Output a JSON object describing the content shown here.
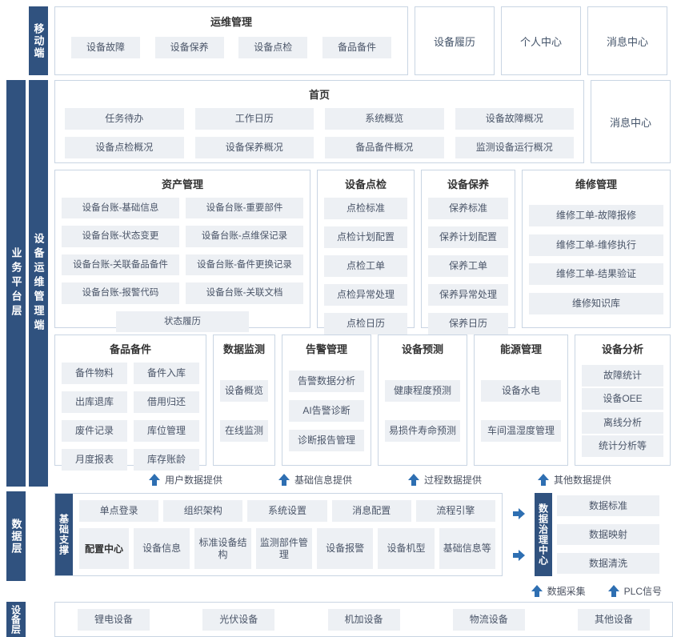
{
  "colors": {
    "sidebar": "#30527f",
    "item_bg": "#edf0f4",
    "arrow": "#2e6fb2",
    "border": "#c9d5e3"
  },
  "layers": {
    "mobile": "移动端",
    "business": "业务平台层",
    "ops": "设备运维管理端",
    "data": "数据层",
    "device": "设备层"
  },
  "mobile": {
    "group_title": "运维管理",
    "group_items": [
      "设备故障",
      "设备保养",
      "设备点检",
      "备品备件"
    ],
    "standalone": [
      "设备履历",
      "个人中心",
      "消息中心"
    ]
  },
  "home": {
    "title": "首页",
    "items": [
      "任务待办",
      "工作日历",
      "系统概览",
      "设备故障概况",
      "设备点检概况",
      "设备保养概况",
      "备品备件概况",
      "监测设备运行概况"
    ],
    "side": "消息中心"
  },
  "row3": [
    {
      "title": "资产管理",
      "items": [
        "设备台账-基础信息",
        "设备台账-重要部件",
        "设备台账-状态变更",
        "设备台账-点维保记录",
        "设备台账-关联备品备件",
        "设备台账-备件更换记录",
        "设备台账-报警代码",
        "设备台账-关联文档",
        "状态履历"
      ]
    },
    {
      "title": "设备点检",
      "items": [
        "点检标准",
        "点检计划配置",
        "点检工单",
        "点检异常处理",
        "点检日历"
      ]
    },
    {
      "title": "设备保养",
      "items": [
        "保养标准",
        "保养计划配置",
        "保养工单",
        "保养异常处理",
        "保养日历"
      ]
    },
    {
      "title": "维修管理",
      "items": [
        "维修工单-故障报修",
        "维修工单-维修执行",
        "维修工单-结果验证",
        "维修知识库"
      ]
    }
  ],
  "row4": [
    {
      "title": "备品备件",
      "items": [
        "备件物料",
        "备件入库",
        "出库退库",
        "借用归还",
        "废件记录",
        "库位管理",
        "月度报表",
        "库存账龄"
      ]
    },
    {
      "title": "数据监测",
      "items": [
        "设备概览",
        "在线监测"
      ]
    },
    {
      "title": "告警管理",
      "items": [
        "告警数据分析",
        "AI告警诊断",
        "诊断报告管理"
      ]
    },
    {
      "title": "设备预测",
      "items": [
        "健康程度预测",
        "易损件寿命预测"
      ]
    },
    {
      "title": "能源管理",
      "items": [
        "设备水电",
        "车间温湿度管理"
      ]
    },
    {
      "title": "设备分析",
      "items": [
        "故障统计",
        "设备OEE",
        "离线分析",
        "统计分析等"
      ]
    }
  ],
  "flows": [
    "用户数据提供",
    "基础信息提供",
    "过程数据提供",
    "其他数据提供"
  ],
  "data_layer": {
    "support": "基础支撑",
    "row1": [
      "单点登录",
      "组织架构",
      "系统设置",
      "消息配置",
      "流程引擎"
    ],
    "config_center": "配置中心",
    "row2": [
      "设备信息",
      "标准设备结构",
      "监测部件管理",
      "设备报警",
      "设备机型",
      "基础信息等"
    ],
    "governance_title": "数据治理中心",
    "governance_items": [
      "数据标准",
      "数据映射",
      "数据清洗"
    ],
    "collect": "数据采集",
    "plc": "PLC信号"
  },
  "device_items": [
    "锂电设备",
    "光伏设备",
    "机加设备",
    "物流设备",
    "其他设备"
  ]
}
